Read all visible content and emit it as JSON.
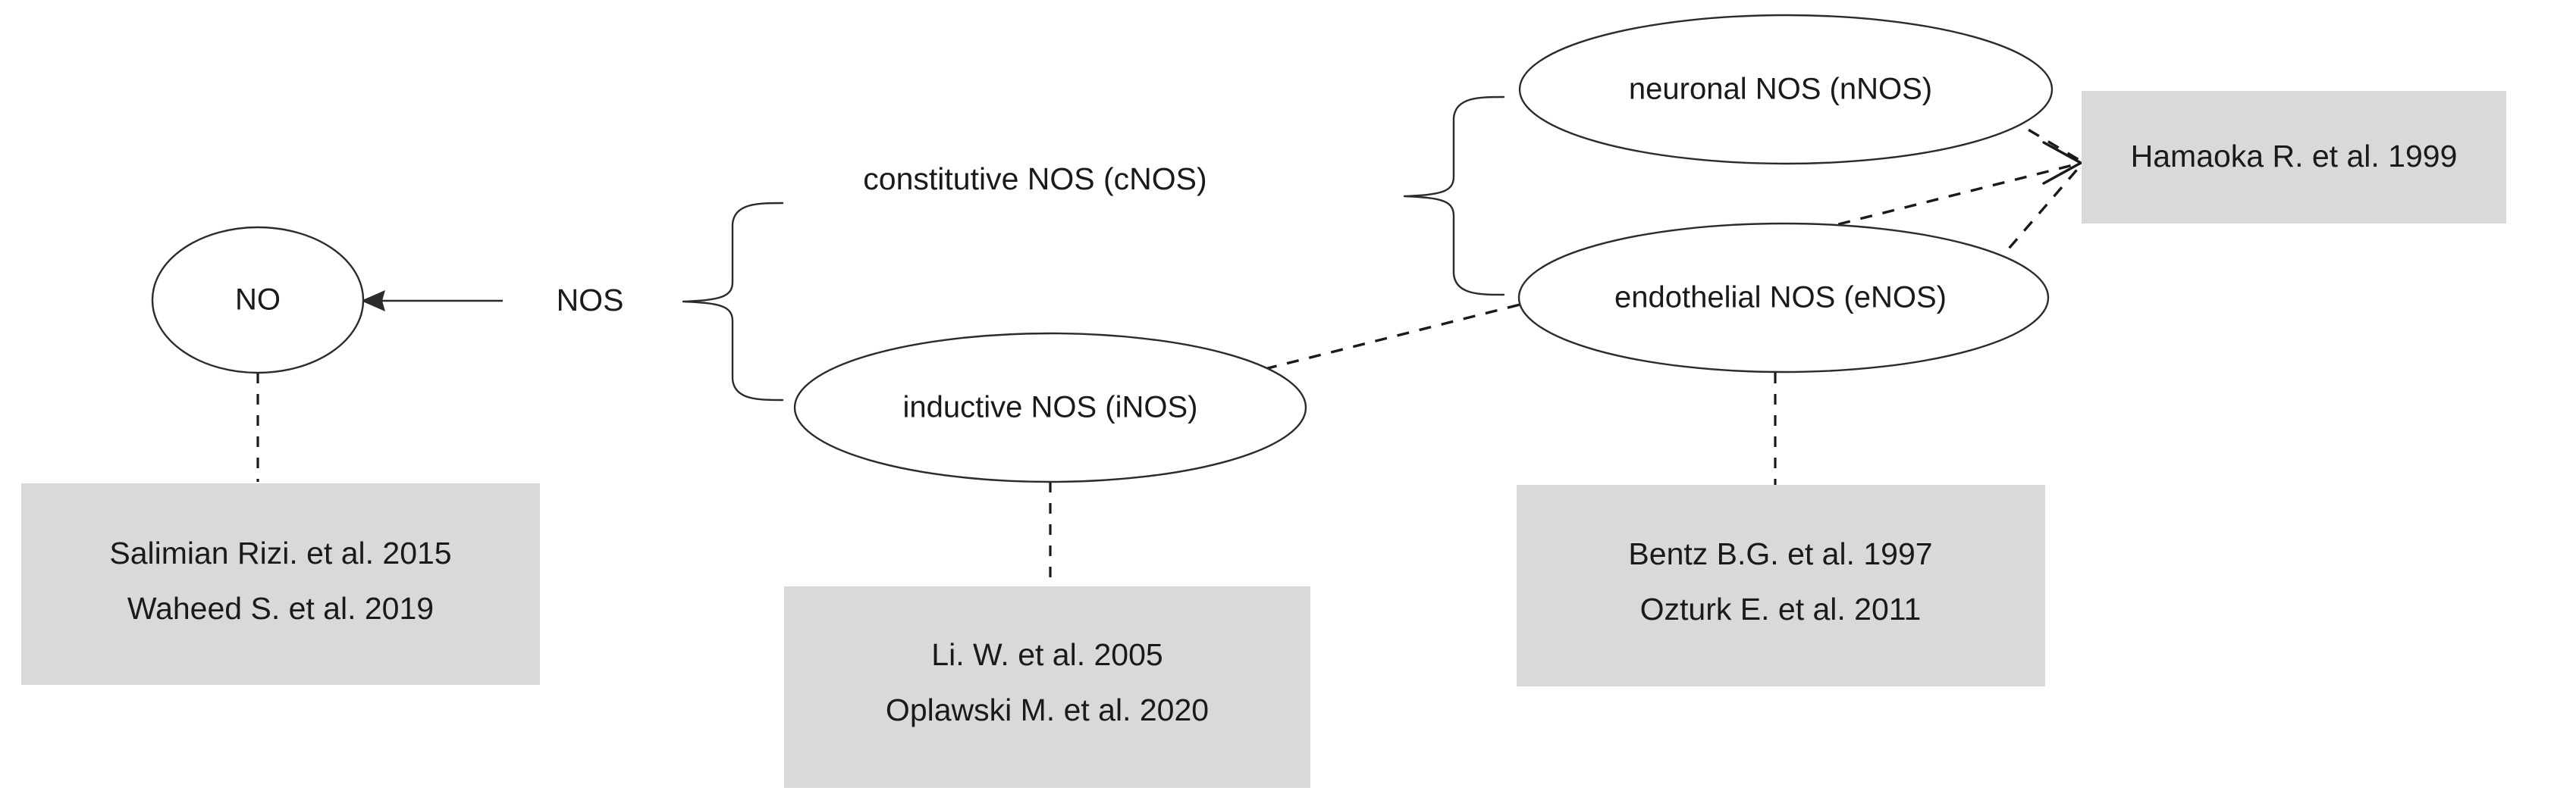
{
  "diagram": {
    "title": "NOS isoform classification with literature citations",
    "background_color": "#ffffff",
    "stroke_color": "#2b2b2b",
    "box_fill_color": "#d9d9d9",
    "text_color": "#1a1a1a"
  },
  "nodes": {
    "no": {
      "label": "NO",
      "shape": "ellipse"
    },
    "nos": {
      "label": "NOS",
      "shape": "text"
    },
    "cnos": {
      "label": "constitutive NOS (cNOS)",
      "shape": "text"
    },
    "inos": {
      "label": "inductive NOS (iNOS)",
      "shape": "ellipse"
    },
    "nnos": {
      "label": "neuronal NOS (nNOS)",
      "shape": "ellipse"
    },
    "enos": {
      "label": "endothelial NOS (eNOS)",
      "shape": "ellipse"
    }
  },
  "citation_boxes": {
    "no_refs": {
      "lines": [
        "Salimian Rizi. et al. 2015",
        "Waheed S. et al. 2019"
      ]
    },
    "inos_refs": {
      "lines": [
        "Li. W. et al. 2005",
        "Oplawski M. et al. 2020"
      ]
    },
    "enos_refs": {
      "lines": [
        "Bentz B.G. et al. 1997",
        "Ozturk E. et al. 2011"
      ]
    },
    "shared_refs": {
      "lines": [
        "Hamaoka R. et al. 1999"
      ]
    }
  },
  "connectors": {
    "nos_to_no": {
      "style": "solid",
      "arrow": "left",
      "from": "NOS",
      "to": "NO"
    },
    "nos_brace": {
      "style": "brace",
      "from": "NOS",
      "to": [
        "constitutive NOS (cNOS)",
        "inductive NOS (iNOS)"
      ]
    },
    "cnos_brace": {
      "style": "brace",
      "from": "constitutive NOS (cNOS)",
      "to": [
        "neuronal NOS (nNOS)",
        "endothelial NOS (eNOS)"
      ]
    },
    "no_to_refs": {
      "style": "dashed",
      "from": "NO",
      "to": "Salimian Rizi. et al. 2015 / Waheed S. et al. 2019"
    },
    "inos_to_refs": {
      "style": "dashed",
      "from": "inductive NOS (iNOS)",
      "to": "Li. W. et al. 2005 / Oplawski M. et al. 2020"
    },
    "enos_to_refs": {
      "style": "dashed",
      "from": "endothelial NOS (eNOS)",
      "to": "Bentz B.G. et al. 1997 / Ozturk E. et al. 2011"
    },
    "nnos_to_hamaoka": {
      "style": "dashed",
      "arrow": "right",
      "from": "neuronal NOS (nNOS)",
      "to": "Hamaoka R. et al. 1999"
    },
    "enos_to_hamaoka": {
      "style": "dashed",
      "arrow": "right",
      "from": "endothelial NOS (eNOS)",
      "to": "Hamaoka R. et al. 1999"
    },
    "inos_to_hamaoka": {
      "style": "dashed",
      "arrow": "right",
      "from": "inductive NOS (iNOS)",
      "to": "Hamaoka R. et al. 1999"
    }
  }
}
